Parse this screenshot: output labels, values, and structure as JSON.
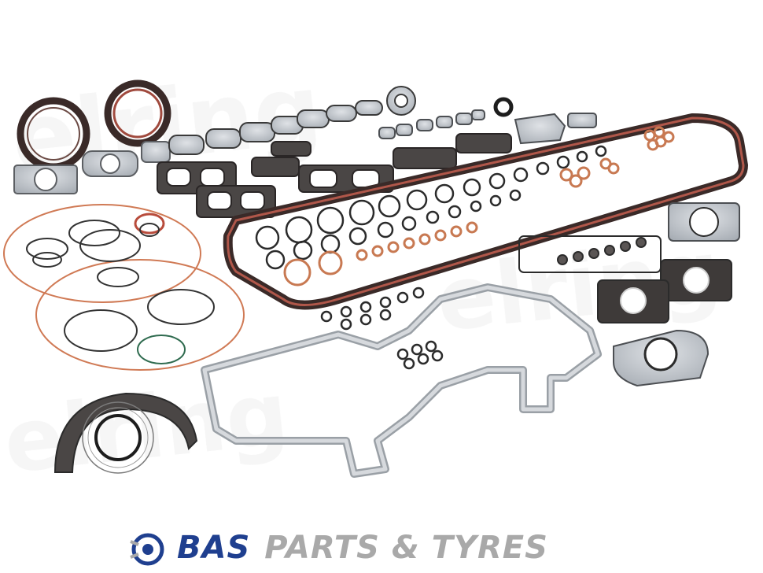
{
  "watermark": {
    "text": "elring"
  },
  "brand": {
    "name_primary": "BAS",
    "name_secondary": "PARTS & TYRES"
  },
  "colors": {
    "gasket_dark": "#3a2a28",
    "gasket_red": "#a04a3e",
    "copper": "#c87952",
    "steel": "#b9bec4",
    "brand_blue": "#1f3f8f",
    "brand_gray": "#a9a9a9"
  }
}
